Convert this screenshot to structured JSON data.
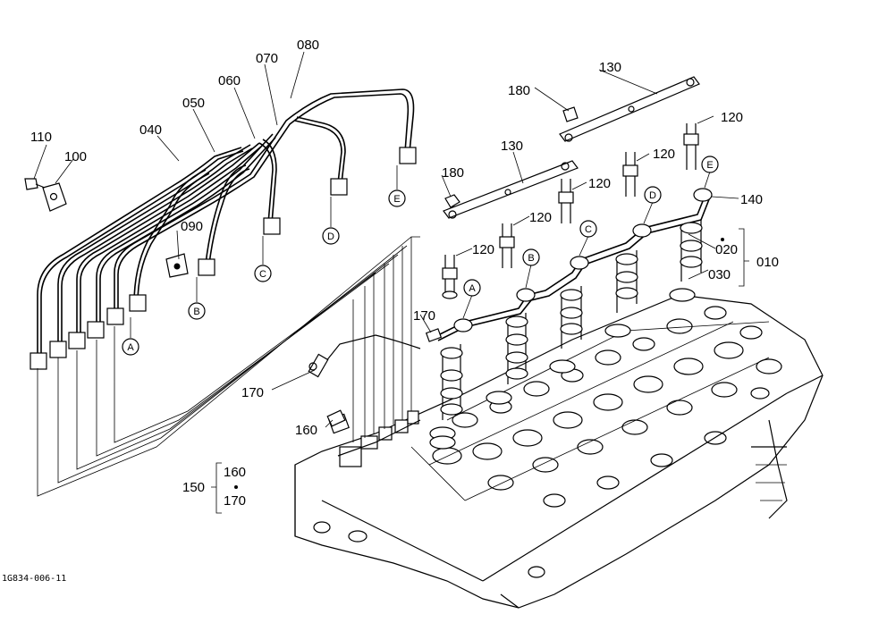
{
  "diagram": {
    "code": "1G834-006-11",
    "part_labels": {
      "p010": "010",
      "p020": "020",
      "p030": "030",
      "p040": "040",
      "p050": "050",
      "p060": "060",
      "p070": "070",
      "p080": "080",
      "p090": "090",
      "p100": "100",
      "p110": "110",
      "p120a": "120",
      "p120b": "120",
      "p120c": "120",
      "p120d": "120",
      "p120e": "120",
      "p130a": "130",
      "p130b": "130",
      "p140": "140",
      "p150": "150",
      "p160a": "160",
      "p160b": "160",
      "p170a": "170",
      "p170b": "170",
      "p170c": "170",
      "p180a": "180",
      "p180b": "180"
    },
    "connection_markers": {
      "left_a": "A",
      "left_b": "B",
      "left_c": "C",
      "left_d": "D",
      "left_e": "E",
      "right_a": "A",
      "right_b": "B",
      "right_c": "C",
      "right_d": "D",
      "right_e": "E"
    }
  }
}
